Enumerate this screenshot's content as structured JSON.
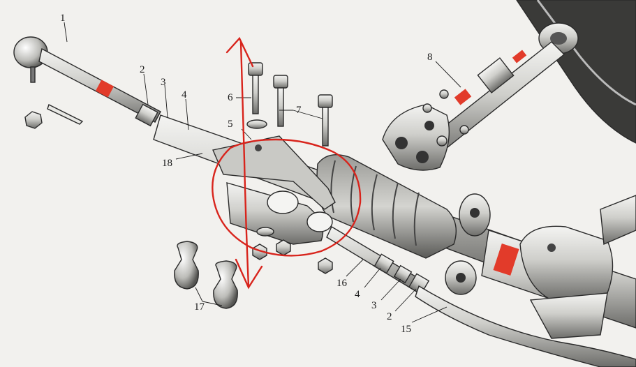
{
  "labels": {
    "l1": "1",
    "l2a": "2",
    "l3a": "3",
    "l4a": "4",
    "l5": "5",
    "l6": "6",
    "l7": "7",
    "l8": "8",
    "l18": "18",
    "l17": "17",
    "l16": "16",
    "l4b": "4",
    "l3b": "3",
    "l2b": "2",
    "l15": "15"
  },
  "colors": {
    "marker_band": "#e23b2a",
    "annotation": "#d8241c",
    "metal_light": "#d9d9d6",
    "metal_dark": "#4a4a48",
    "ink": "#1a1a1a"
  }
}
